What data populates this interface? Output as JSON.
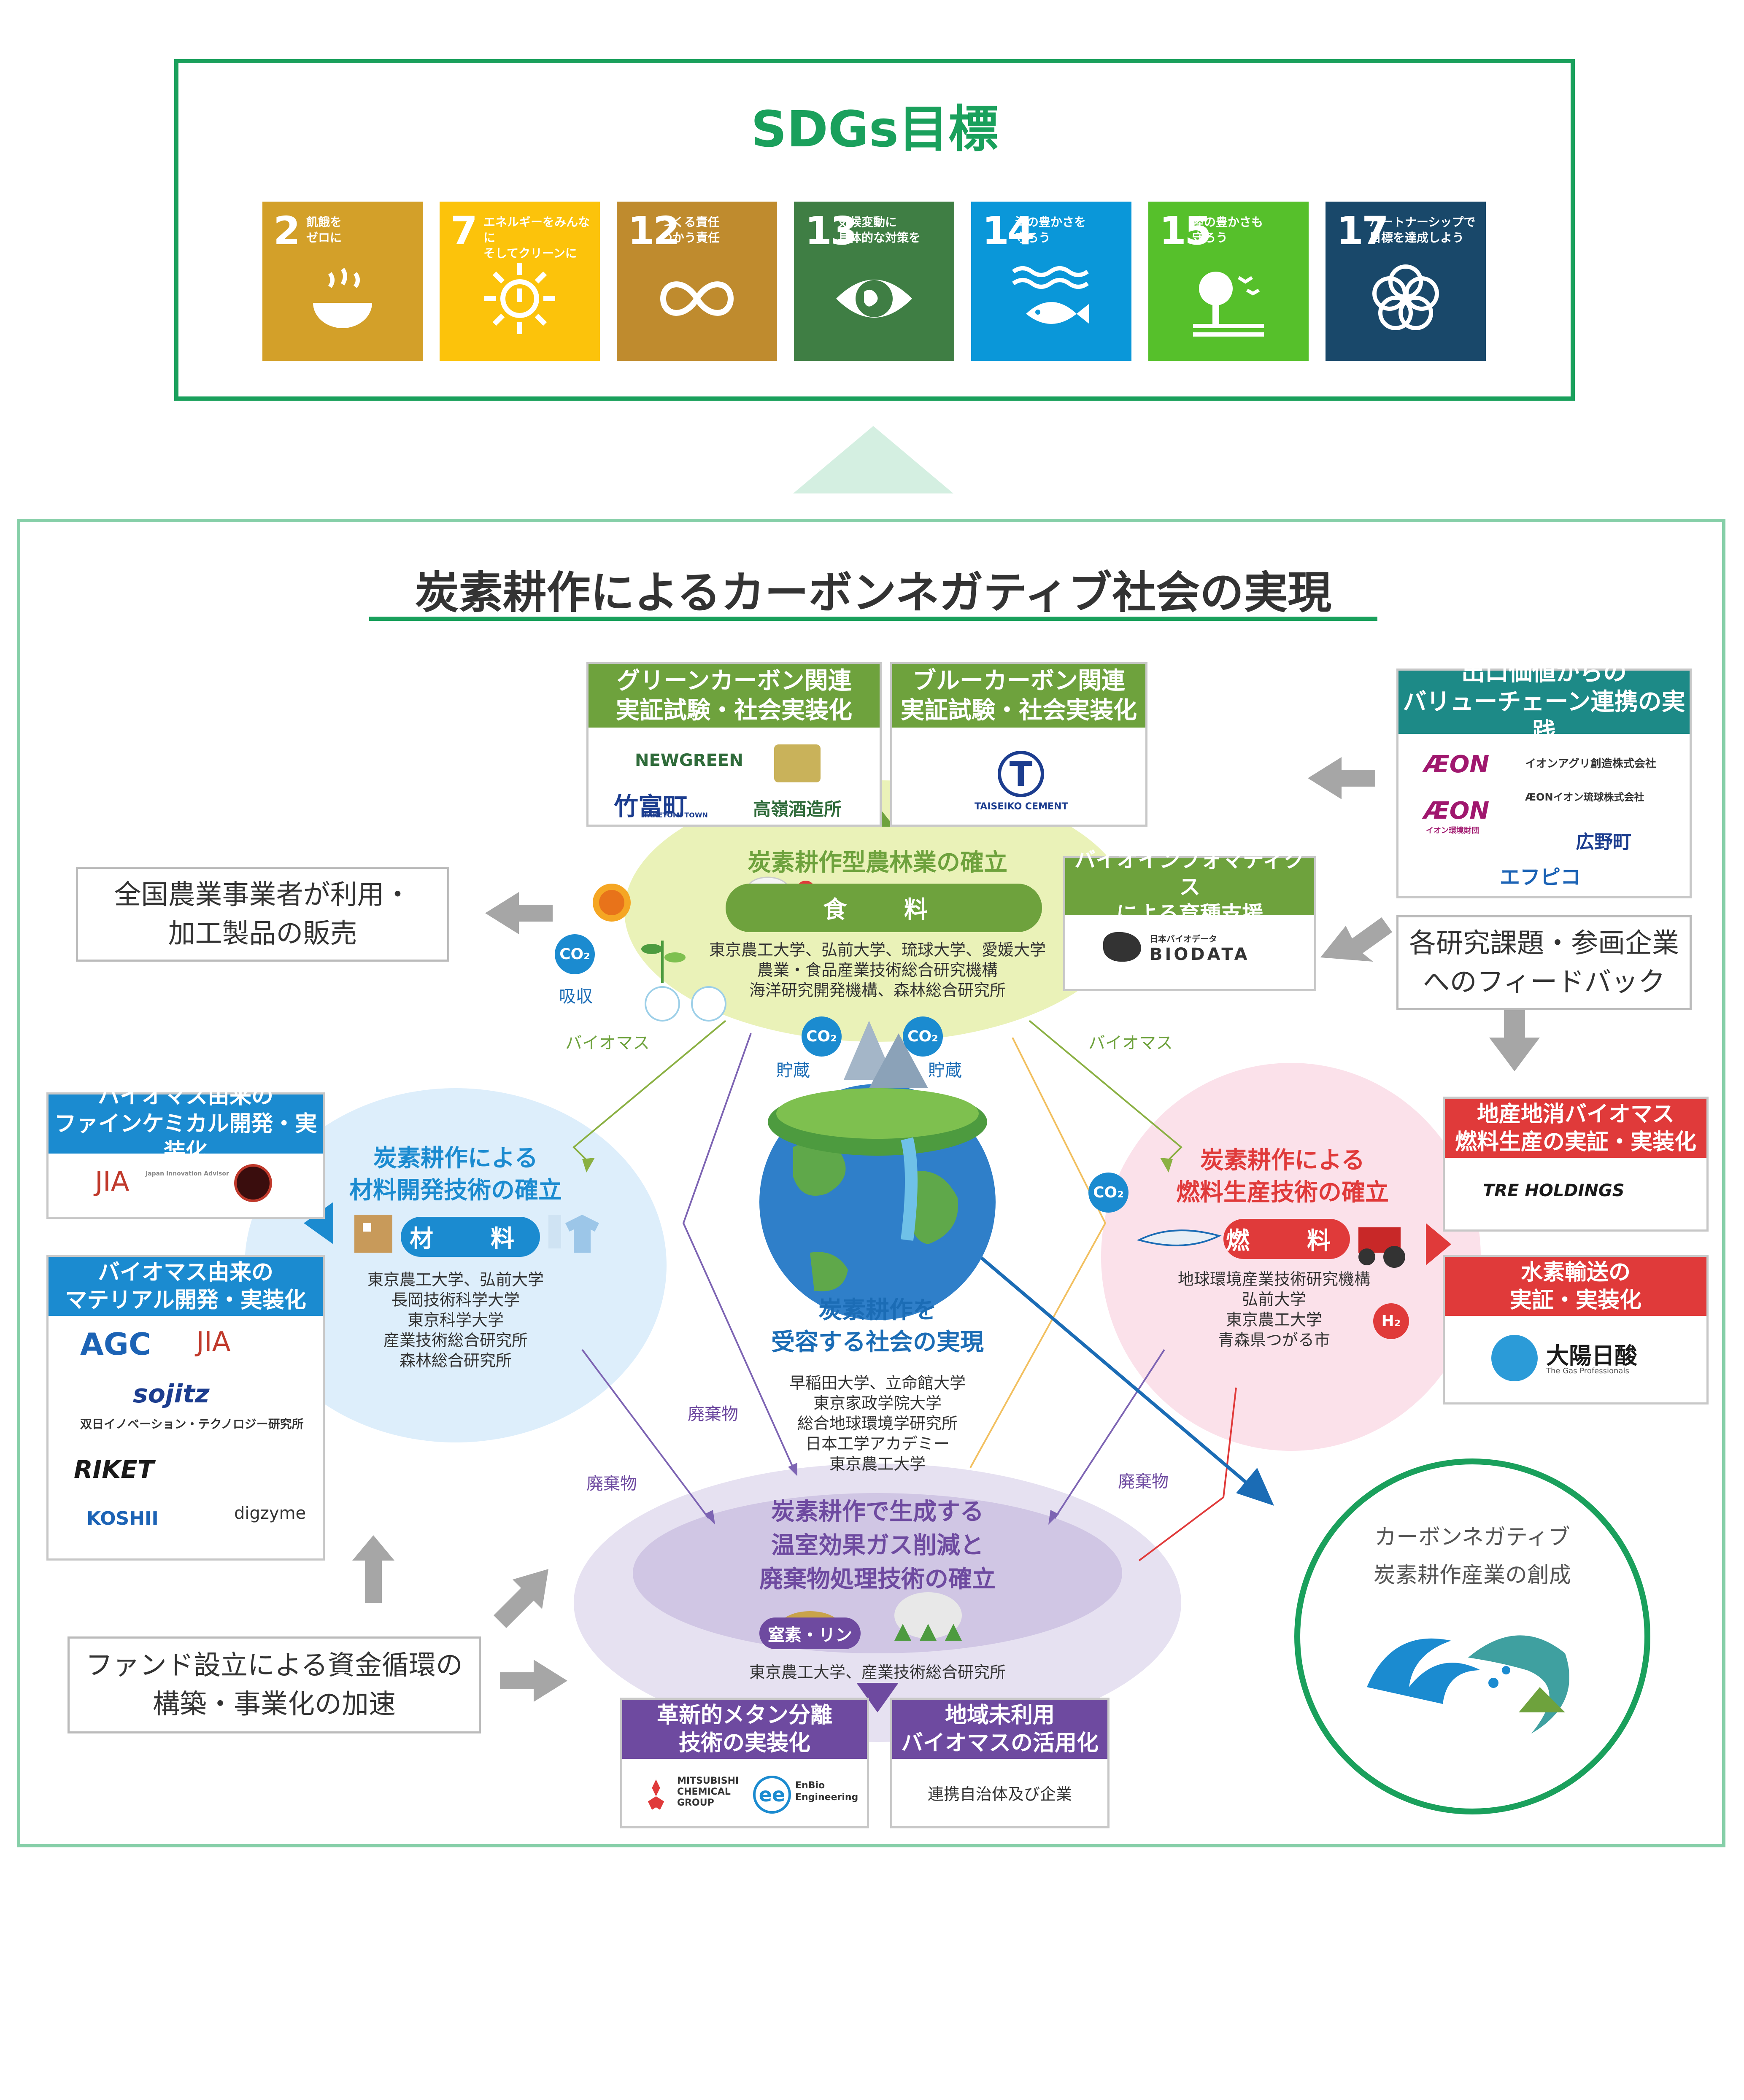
{
  "sdg": {
    "title": "SDGs目標",
    "goals": [
      {
        "num": "2",
        "label": "飢餓を\nゼロに",
        "color": "#d3a029",
        "icon": "bowl-icon"
      },
      {
        "num": "7",
        "label": "エネルギーをみんなに\nそしてクリーンに",
        "color": "#fcc30b",
        "icon": "sun-power-icon"
      },
      {
        "num": "12",
        "label": "つくる責任\nつかう責任",
        "color": "#bf8b2e",
        "icon": "infinity-icon"
      },
      {
        "num": "13",
        "label": "気候変動に\n具体的な対策を",
        "color": "#3f7e44",
        "icon": "eye-globe-icon"
      },
      {
        "num": "14",
        "label": "海の豊かさを\n守ろう",
        "color": "#0a97d9",
        "icon": "fish-icon"
      },
      {
        "num": "15",
        "label": "陸の豊かさも\n守ろう",
        "color": "#56c02b",
        "icon": "tree-bird-icon"
      },
      {
        "num": "17",
        "label": "パートナーシップで\n目標を達成しよう",
        "color": "#19486a",
        "icon": "rings-icon"
      }
    ]
  },
  "main": {
    "title": "炭素耕作によるカーボンネガティブ社会の実現"
  },
  "green_carbon": {
    "header": "グリーンカーボン関連\n実証試験・社会実装化",
    "logos": [
      "NEWGREEN",
      "竹富町",
      "TAKETOMI TOWN",
      "高嶺酒造所"
    ]
  },
  "blue_carbon": {
    "header": "ブルーカーボン関連\n実証試験・社会実装化",
    "logos": [
      "TAISEIKO CEMENT"
    ]
  },
  "value_chain": {
    "header": "出口価値からの\nバリューチェーン連携の実践",
    "logos": [
      "ÆON",
      "イオンアグリ創造株式会社",
      "ÆON",
      "イオン環境財団",
      "ÆONイオン琉球株式会社",
      "広野町",
      "エフピコ"
    ]
  },
  "national_use": {
    "text": "全国農業事業者が利用・\n加工製品の販売"
  },
  "feedback": {
    "text": "各研究課題・参画企業\nへのフィードバック"
  },
  "agri": {
    "title": "炭素耕作型農林業の確立",
    "badge": "食　料",
    "institutions": "東京農工大学、弘前大学、琉球大学、愛媛大学\n農業・食品産業技術総合研究機構\n海洋研究開発機構、森林総合研究所"
  },
  "bioinfo": {
    "header": "バイオインフォマティクス\nによる育種支援",
    "logo_jp": "日本バイオデータ",
    "logo_en": "BIODATA"
  },
  "co2": "CO₂",
  "labels": {
    "absorb": "吸収",
    "store": "貯蔵",
    "biomass": "バイオマス",
    "waste": "廃棄物"
  },
  "fine_chem": {
    "header": "バイオマス由来の\nファインケミカル開発・実装化",
    "logos": [
      "JIA",
      "Japan Innovation Advisor"
    ]
  },
  "material_dev": {
    "header": "バイオマス由来の\nマテリアル開発・実装化",
    "logos": [
      "AGC",
      "JIA",
      "sojitz",
      "双日イノベーション・テクノロジー研究所",
      "RIKET",
      "KOSHII",
      "digzyme"
    ]
  },
  "material": {
    "title": "炭素耕作による\n材料開発技術の確立",
    "badge": "材　料",
    "institutions": "東京農工大学、弘前大学\n長岡技術科学大学\n東京科学大学\n産業技術総合研究所\n森林総合研究所"
  },
  "society": {
    "title": "炭素耕作を\n受容する社会の実現",
    "institutions": "早稲田大学、立命館大学\n東京家政学院大学\n総合地球環境学研究所\n日本工学アカデミー\n東京農工大学"
  },
  "fuel": {
    "title": "炭素耕作による\n燃料生産技術の確立",
    "badge": "燃　料",
    "institutions": "地球環境産業技術研究機構\n弘前大学\n東京農工大学\n青森県つがる市",
    "h2": "H₂"
  },
  "local_biomass": {
    "header": "地産地消バイオマス\n燃料生産の実証・実装化",
    "logo": "TRE HOLDINGS"
  },
  "hydrogen": {
    "header": "水素輸送の\n実証・実装化",
    "logo": "大陽日酸",
    "logo_sub": "The Gas Professionals"
  },
  "ghg": {
    "title": "炭素耕作で生成する\n温室効果ガス削減と\n廃棄物処理技術の確立",
    "badge": "窒素・リン",
    "institutions": "東京農工大学、産業技術総合研究所"
  },
  "methane": {
    "header": "革新的メタン分離\n技術の実装化",
    "logos": [
      "MITSUBISHI\nCHEMICAL\nGROUP",
      "EnBio\nEngineering"
    ]
  },
  "unused_biomass": {
    "header": "地域未利用\nバイオマスの活用化",
    "text": "連携自治体及び企業"
  },
  "fund": {
    "text": "ファンド設立による資金循環の\n構築・事業化の加速"
  },
  "carbon_negative": {
    "text": "カーボンネガティブ\n炭素耕作産業の創成"
  }
}
